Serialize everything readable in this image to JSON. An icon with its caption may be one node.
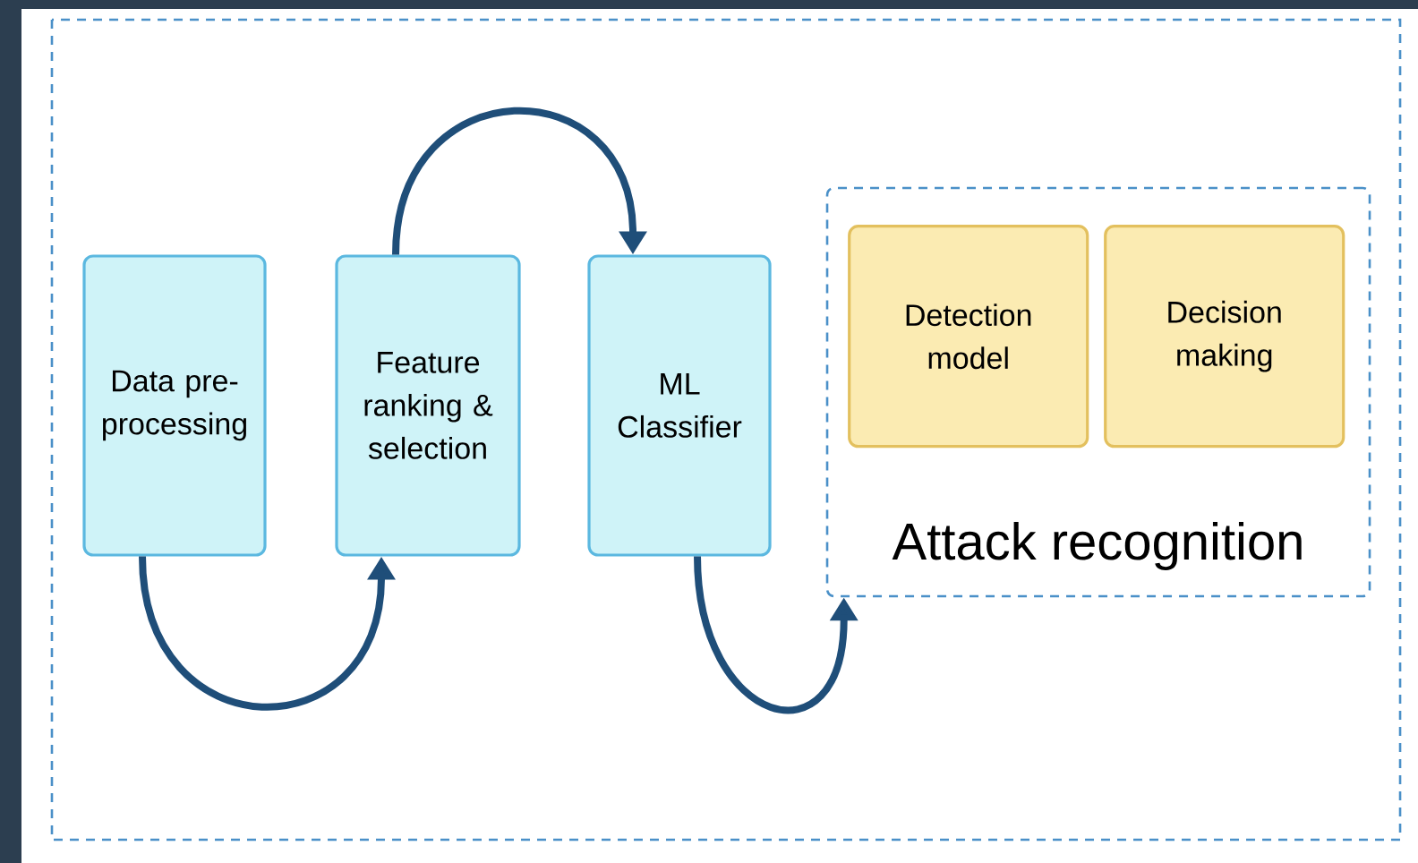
{
  "diagram": {
    "nodes": [
      {
        "text": [
          "Data pre-processing"
        ]
      },
      {
        "text": [
          "Feature ranking & selection"
        ]
      },
      {
        "text": [
          "ML Classifier"
        ]
      },
      {
        "text": [
          "Attack recognition"
        ]
      },
      {
        "text": [
          "Detection model"
        ],
        "in": 3
      },
      {
        "text": [
          "Decision making"
        ],
        "in": 3
      }
    ],
    "edges": [
      {
        "from": 0,
        "to": 1,
        "arrow": "to"
      },
      {
        "from": 1,
        "to": 2,
        "arrow": "to"
      },
      {
        "from": 2,
        "to": 3,
        "arrow": "to"
      }
    ]
  }
}
